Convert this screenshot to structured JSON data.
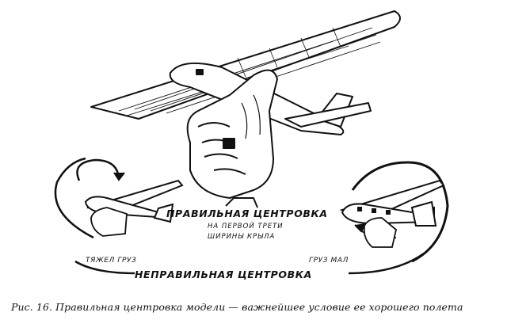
{
  "figure": {
    "center_label_title": "ПРАВИЛЬНАЯ ЦЕНТРОВКА",
    "center_label_line1": "НА ПЕРВОЙ ТРЕТИ",
    "center_label_line2": "ШИРИНЫ КРЫЛА",
    "left_label": "ТЯЖЕЛ ГРУЗ",
    "right_label": "ГРУЗ МАЛ",
    "bottom_label": "НЕПРАВИЛЬНАЯ ЦЕНТРОВКА"
  },
  "caption": "Рис. 16. Правильная центровка модели — важнейшее условие ее хорошего полета"
}
